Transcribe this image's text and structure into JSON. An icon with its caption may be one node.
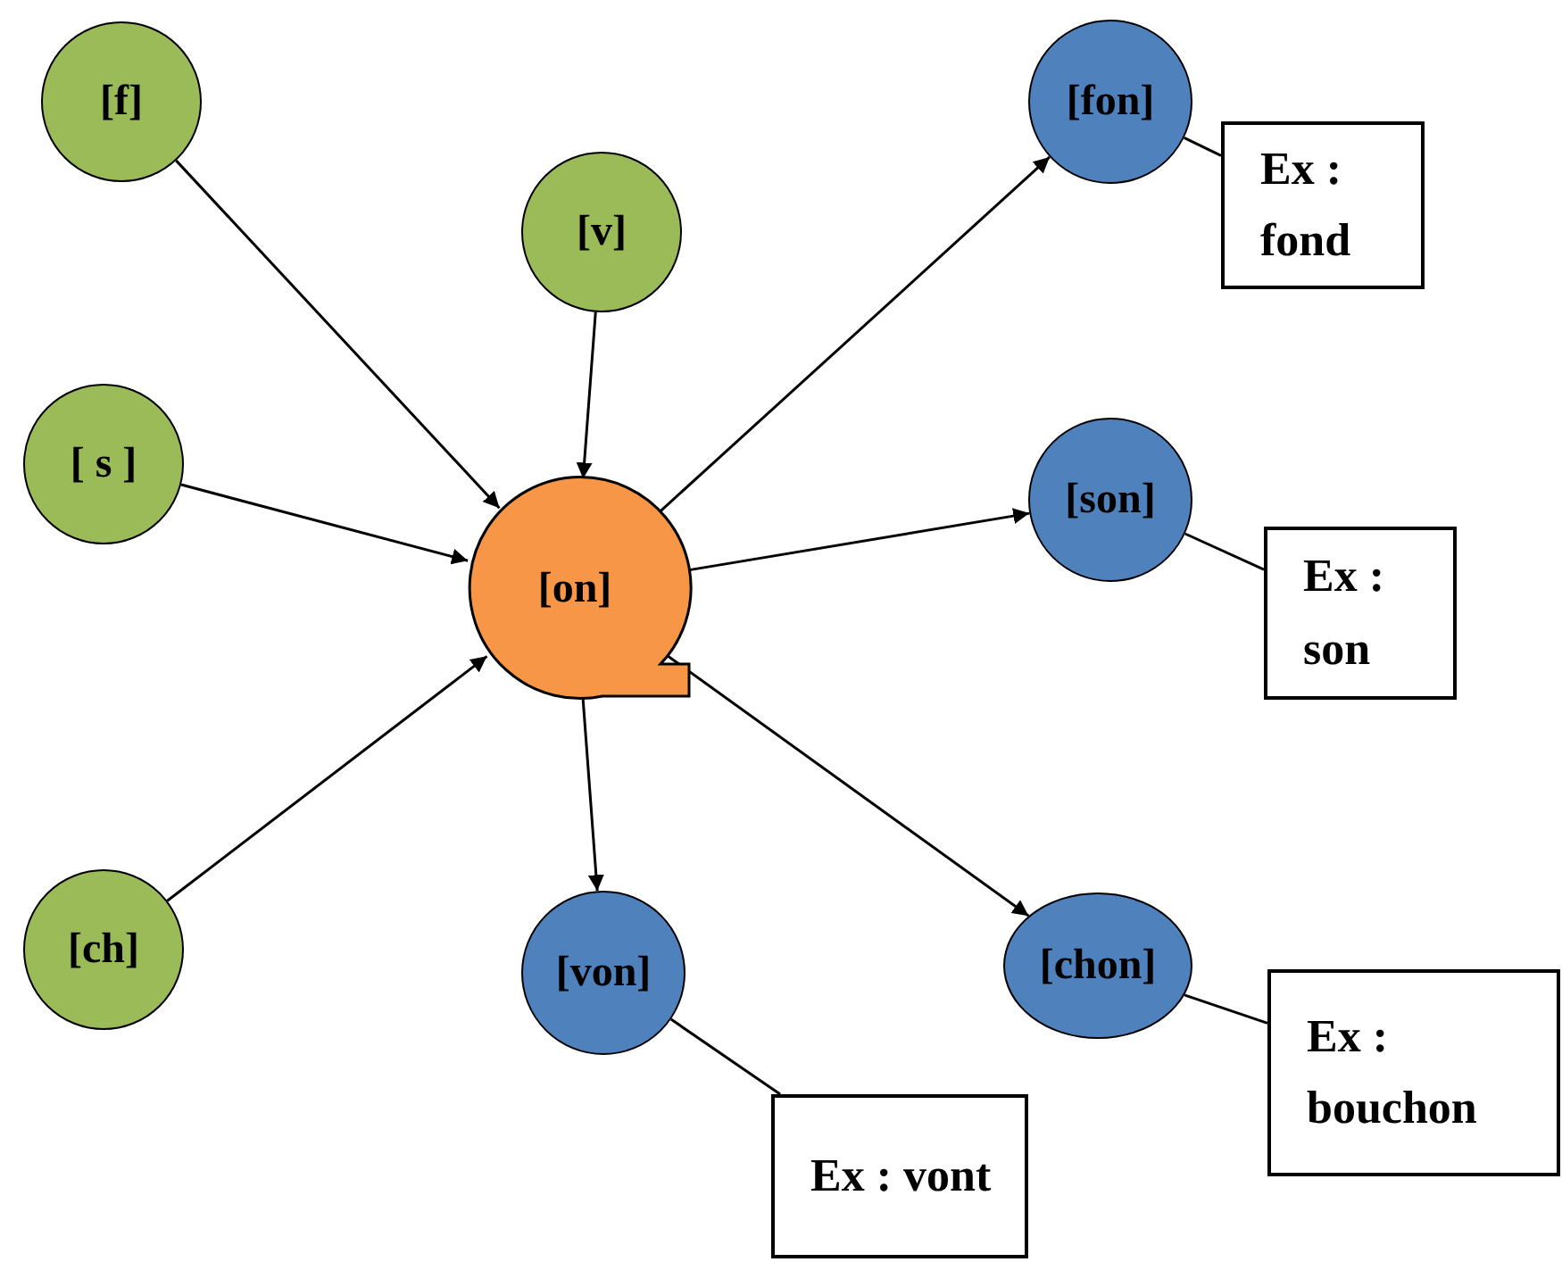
{
  "diagram": {
    "nodes": [
      {
        "text": [
          "[f]"
        ]
      },
      {
        "text": [
          "[v]"
        ]
      },
      {
        "text": [
          "[ s ]"
        ]
      },
      {
        "text": [
          "[ch]"
        ]
      },
      {
        "text": [
          "[on]"
        ]
      },
      {
        "text": [
          "[fon]"
        ]
      },
      {
        "text": [
          "Ex : fond"
        ]
      },
      {
        "text": [
          "[son]"
        ]
      },
      {
        "text": [
          "Ex : son"
        ]
      },
      {
        "text": [
          "[von]"
        ]
      },
      {
        "text": [
          "Ex : vont"
        ]
      },
      {
        "text": [
          "[chon]"
        ]
      },
      {
        "text": [
          "Ex : bouchon"
        ]
      }
    ],
    "edges": [
      {
        "from": 0,
        "to": 4,
        "arrow": "to"
      },
      {
        "from": 1,
        "to": 4,
        "arrow": "to"
      },
      {
        "from": 2,
        "to": 4,
        "arrow": "to"
      },
      {
        "from": 3,
        "to": 4,
        "arrow": "to"
      },
      {
        "from": 4,
        "to": 5,
        "arrow": "to"
      },
      {
        "from": 4,
        "to": 7,
        "arrow": "to"
      },
      {
        "from": 4,
        "to": 9,
        "arrow": "to"
      },
      {
        "from": 4,
        "to": 11,
        "arrow": "to"
      },
      {
        "from": 6,
        "to": 5,
        "arrow": "none"
      },
      {
        "from": 8,
        "to": 7,
        "arrow": "none"
      },
      {
        "from": 10,
        "to": 9,
        "arrow": "none"
      },
      {
        "from": 12,
        "to": 11,
        "arrow": "none"
      }
    ]
  }
}
